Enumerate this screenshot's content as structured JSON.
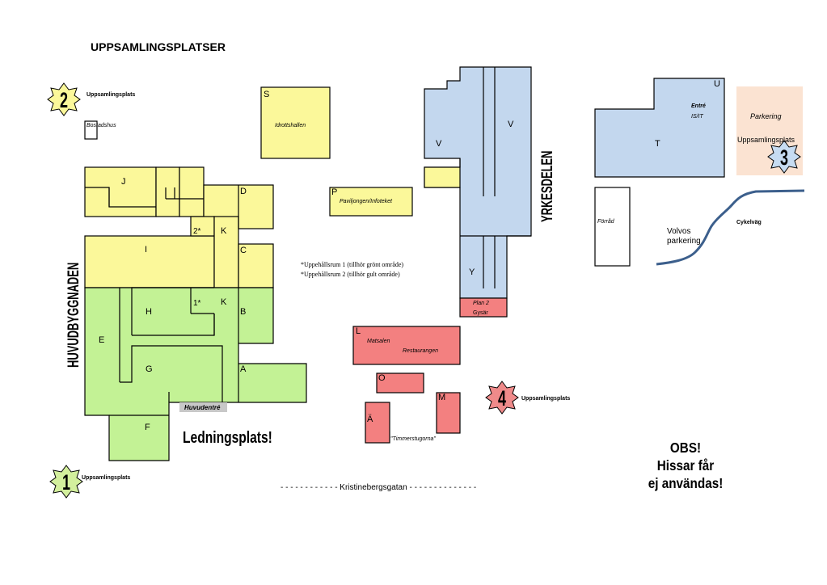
{
  "title": "UPPSAMLINGSPLATSER",
  "colors": {
    "yellow": "#fbf89a",
    "green": "#c3f295",
    "blue": "#c3d7ee",
    "red": "#f38080",
    "peach": "#fbe3d2",
    "gray": "#c8c8c8",
    "road": "#3c5f8c",
    "star_fill": "#d3ef9d",
    "star_blue": "#c6dcf2",
    "star_red": "#ef8a8a",
    "star_yellow": "#fbf89a"
  },
  "assembly_points": [
    {
      "number": "1",
      "label": "Uppsamlingsplats"
    },
    {
      "number": "2",
      "label": "Uppsamlingsplats"
    },
    {
      "number": "3",
      "label": "Uppsamlingsplats"
    },
    {
      "number": "4",
      "label": "Uppsamlingsplats"
    }
  ],
  "buildings": {
    "bostadshus": "Bostadshus",
    "s": "S",
    "idrottshallen": "Idrottshallen",
    "p": "P",
    "paviljongen": "Paviljongen/Infoteket",
    "j": "J",
    "d": "D",
    "i": "I",
    "k1": "K",
    "k2": "K",
    "two_star": "2*",
    "one_star": "1*",
    "c": "C",
    "h": "H",
    "b": "B",
    "e": "E",
    "g": "G",
    "a": "A",
    "f": "F",
    "v1": "V",
    "v2": "V",
    "y": "Y",
    "plan2": "Plan 2",
    "gysar": "Gysär",
    "l": "L",
    "matsalen": "Matsalen",
    "restaurangen": "Restaurangen",
    "o": "Ö",
    "m": "M",
    "ae": "Ä",
    "timmerstugorna": "\"Timmerstugorna\"",
    "u": "U",
    "entre": "Entré",
    "isit": "IS/IT",
    "t": "T",
    "parkering": "Parkering",
    "forrad": "Förråd",
    "volvos": "Volvos",
    "volvos_parkering": "parkering",
    "cykelvag": "Cykelväg",
    "huvudentre": "Huvudentré"
  },
  "section_labels": {
    "huvudbyggnaden": "HUVUDBYGGNADEN",
    "yrkesdelen": "YRKESDELEN"
  },
  "notes": {
    "rest1": "*Uppehållsrum 1 (tillhör grönt område)",
    "rest2": "*Uppehållsrum 2 (tillhör gult område)"
  },
  "ledningsplats": "Ledningsplats!",
  "street": "- - - - - - - - - - - -  Kristinebergsgatan - - - - - - - - - - - - - -",
  "obs": {
    "line1": "OBS!",
    "line2": "Hissar får",
    "line3": "ej användas!"
  }
}
